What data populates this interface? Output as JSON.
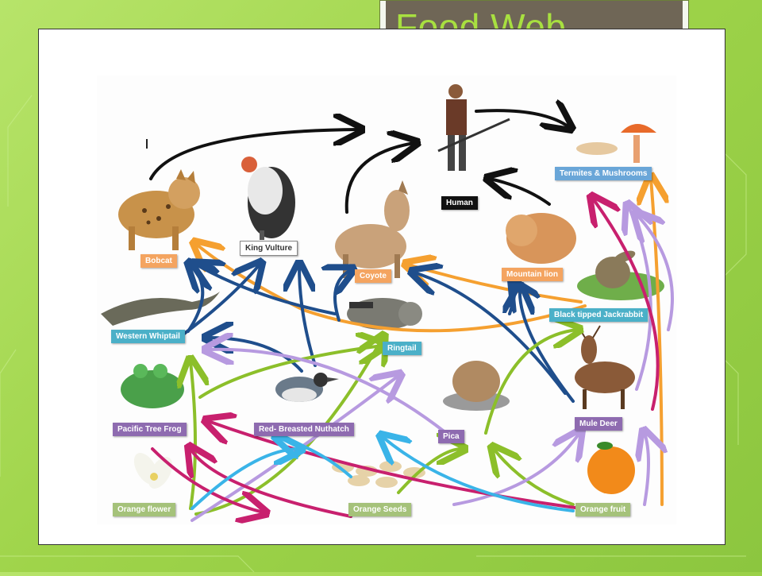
{
  "slide": {
    "title": "Food Web",
    "colors": {
      "title_text": "#a8e040",
      "title_bg": "#6f6656",
      "background": "#9fd44a"
    }
  },
  "nodes": [
    {
      "id": "bobcat",
      "label": "Bobcat",
      "color": "#f4a460",
      "icon": "bobcat-icon"
    },
    {
      "id": "king-vulture",
      "label": "King Vulture",
      "color": "#ffffff",
      "icon": "vulture-icon"
    },
    {
      "id": "coyote",
      "label": "Coyote",
      "color": "#f4a460",
      "icon": "coyote-icon"
    },
    {
      "id": "human",
      "label": "Human",
      "color": "#111111",
      "icon": "human-icon"
    },
    {
      "id": "termites-mushrooms",
      "label": "Termites & Mushrooms",
      "color": "#6aa6d8",
      "icon": "mushroom-icon"
    },
    {
      "id": "mountain-lion",
      "label": "Mountain lion",
      "color": "#f4a460",
      "icon": "mountain-lion-icon"
    },
    {
      "id": "jackrabbit",
      "label": "Black tipped Jackrabbit",
      "color": "#4bb0c8",
      "icon": "jackrabbit-icon"
    },
    {
      "id": "western-whiptail",
      "label": "Western Whiptail",
      "color": "#4bb0c8",
      "icon": "lizard-icon"
    },
    {
      "id": "ringtail",
      "label": "Ringtail",
      "color": "#4bb0c8",
      "icon": "ringtail-icon"
    },
    {
      "id": "pacific-tree-frog",
      "label": "Pacific Tree Frog",
      "color": "#8e6bb0",
      "icon": "frog-icon"
    },
    {
      "id": "nuthatch",
      "label": "Red- Breasted Nuthatch",
      "color": "#8e6bb0",
      "icon": "bird-icon"
    },
    {
      "id": "pica",
      "label": "Pica",
      "color": "#8e6bb0",
      "icon": "pika-icon"
    },
    {
      "id": "mule-deer",
      "label": "Mule Deer",
      "color": "#8e6bb0",
      "icon": "deer-icon"
    },
    {
      "id": "orange-flower",
      "label": "Orange flower",
      "color": "#a5c27a",
      "icon": "flower-icon"
    },
    {
      "id": "orange-seeds",
      "label": "Orange Seeds",
      "color": "#a5c27a",
      "icon": "seeds-icon"
    },
    {
      "id": "orange-fruit",
      "label": "Orange fruit",
      "color": "#a5c27a",
      "icon": "orange-fruit-icon"
    }
  ],
  "arrow_colors": {
    "black": "#111111",
    "orange": "#f5a030",
    "navy": "#1f4e8c",
    "purple": "#b79ae0",
    "green": "#8cbf2a",
    "pink": "#c8206e",
    "sky": "#3ab4e8"
  }
}
